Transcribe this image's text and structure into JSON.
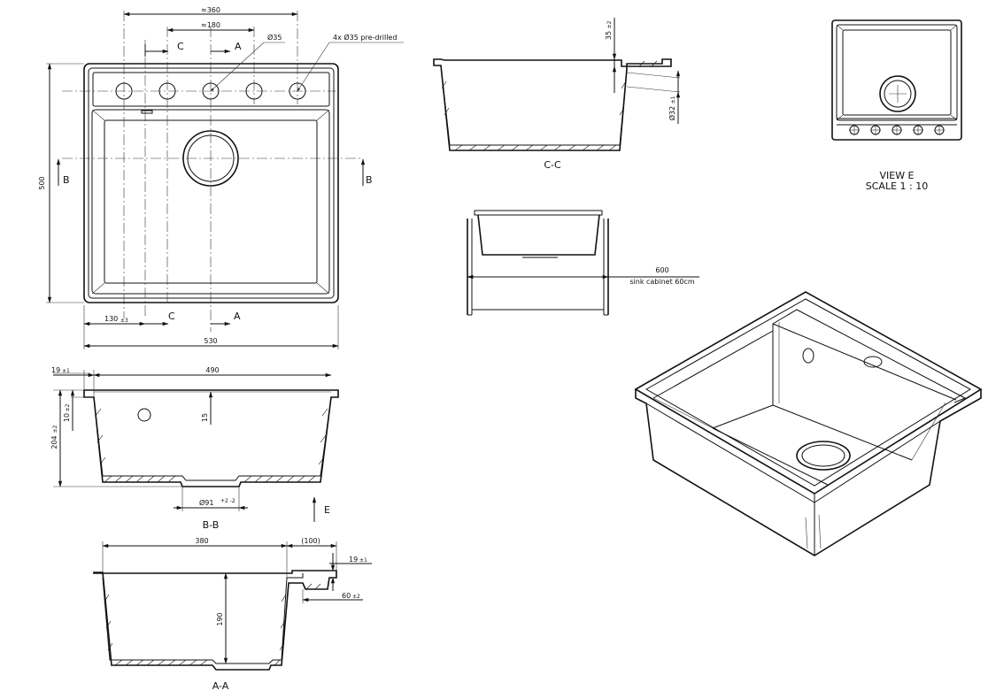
{
  "front_view": {
    "dim_total_holes": "≈360",
    "dim_half_holes": "≈180",
    "dim_width": "530",
    "dim_height": "500",
    "dim_offset": "130",
    "dim_offset_tol": "±3",
    "hole_dia": "Ø35",
    "holes_note": "4x Ø35 pre-drilled",
    "section_c": "C",
    "section_a": "A",
    "section_b": "B"
  },
  "section_bb": {
    "label": "B-B",
    "dim_rim": "19",
    "dim_rim_tol": "±1",
    "dim_inner": "490",
    "dim_depth": "204",
    "dim_depth_tol": "±2",
    "dim_lip": "10",
    "dim_lip_tol": "±2",
    "dim_15": "15",
    "dim_drain": "Ø91",
    "dim_drain_tol": "+2 -2",
    "view_arrow": "E"
  },
  "section_aa": {
    "label": "A-A",
    "dim_380": "380",
    "dim_100": "(100)",
    "dim_19": "19",
    "dim_19_tol": "±1",
    "dim_60": "60",
    "dim_60_tol": "±2",
    "dim_190": "190"
  },
  "section_cc": {
    "label": "C-C",
    "dim_35": "35",
    "dim_35_tol": "±2",
    "dim_32": "Ø32",
    "dim_32_tol": "±1"
  },
  "cabinet": {
    "dim_600": "600",
    "note": "sink cabinet 60cm"
  },
  "view_e": {
    "title": "VIEW E",
    "scale": "SCALE 1 : 10"
  }
}
